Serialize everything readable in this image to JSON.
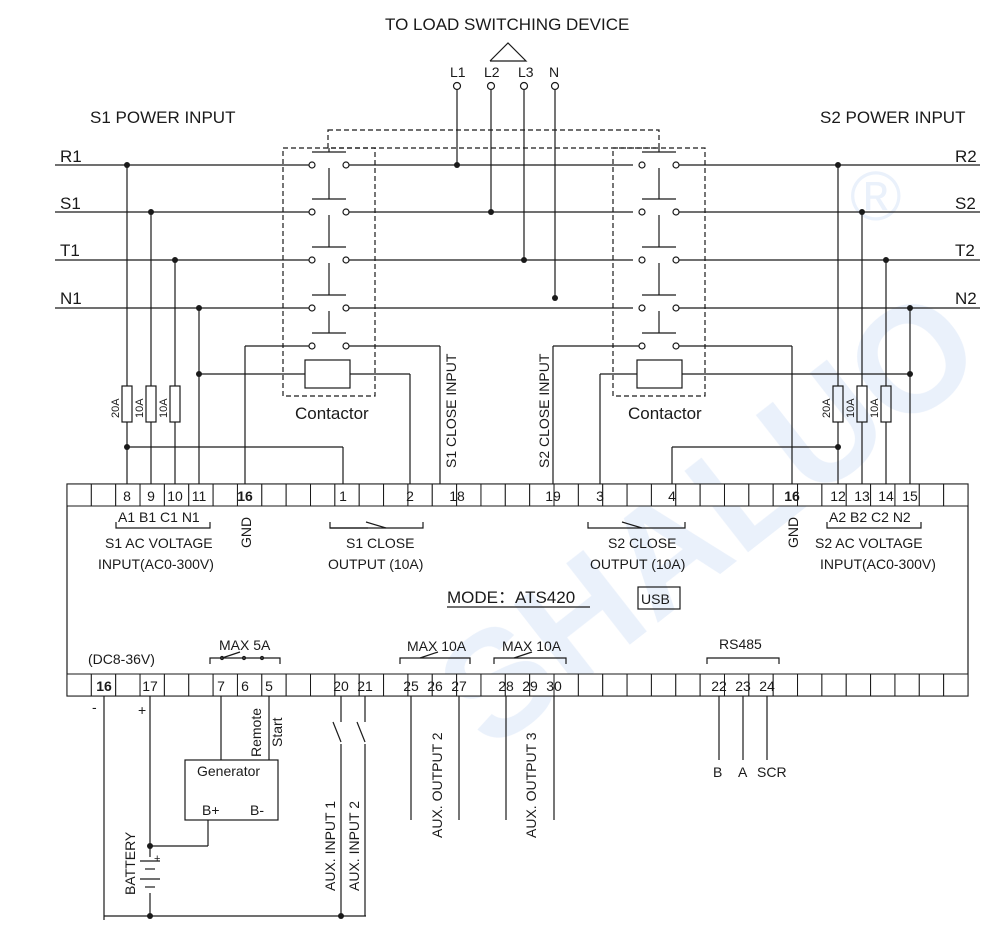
{
  "title": "TO LOAD SWITCHING DEVICE",
  "load_terminals": [
    "L1",
    "L2",
    "L3",
    "N"
  ],
  "s1_title": "S1 POWER INPUT",
  "s2_title": "S2 POWER INPUT",
  "s1_lines": [
    "R1",
    "S1",
    "T1",
    "N1"
  ],
  "s2_lines": [
    "R2",
    "S2",
    "T2",
    "N2"
  ],
  "contactor_label": "Contactor",
  "fuses_s1": [
    "20A",
    "10A",
    "10A"
  ],
  "fuses_s2": [
    "20A",
    "10A",
    "10A"
  ],
  "s1_close_input": "S1 CLOSE INPUT",
  "s2_close_input": "S2 CLOSE INPUT",
  "top_terminals": {
    "s1_voltage": [
      "8",
      "9",
      "10",
      "11"
    ],
    "gnd_left": "16",
    "s1_out": [
      "1",
      "2"
    ],
    "s1_in": "18",
    "s2_in": "19",
    "s2_out": [
      "3",
      "4"
    ],
    "gnd_right": "16",
    "s2_voltage": [
      "12",
      "13",
      "14",
      "15"
    ]
  },
  "s1_phase_labels": "A1 B1 C1 N1",
  "s2_phase_labels": "A2 B2 C2 N2",
  "gnd": "GND",
  "s1_ac_line1": "S1 AC  VOLTAGE",
  "s1_ac_line2": "INPUT(AC0-300V)",
  "s2_ac_line1": "S2 AC  VOLTAGE",
  "s2_ac_line2": "INPUT(AC0-300V)",
  "s1_close_output_1": "S1 CLOSE",
  "s1_close_output_2": "OUTPUT (10A)",
  "s2_close_output_1": "S2 CLOSE",
  "s2_close_output_2": "OUTPUT (10A)",
  "mode": "MODE：ATS420",
  "usb": "USB",
  "dc_label": "(DC8-36V)",
  "max5a": "MAX 5A",
  "max10a_1": "MAX 10A",
  "max10a_2": "MAX 10A",
  "rs485": "RS485",
  "bottom_terminals": {
    "power": [
      "16",
      "17"
    ],
    "start": [
      "7",
      "6",
      "5"
    ],
    "aux_in": [
      "20",
      "21"
    ],
    "aux_out2": [
      "25",
      "26",
      "27"
    ],
    "aux_out3": [
      "28",
      "29",
      "30"
    ],
    "rs485": [
      "22",
      "23",
      "24"
    ]
  },
  "minus": "-",
  "plus": "+",
  "remote_start_1": "Remote",
  "remote_start_2": "Start",
  "generator": "Generator",
  "gen_bplus": "B+",
  "gen_bminus": "B-",
  "battery": "BATTERY",
  "aux_input_1": "AUX. INPUT 1",
  "aux_input_2": "AUX. INPUT 2",
  "aux_output_2": "AUX. OUTPUT 2",
  "aux_output_3": "AUX. OUTPUT 3",
  "rs485_pins": [
    "B",
    "A",
    "SCR"
  ],
  "watermark": "SHALUO",
  "watermark_mark": "®"
}
